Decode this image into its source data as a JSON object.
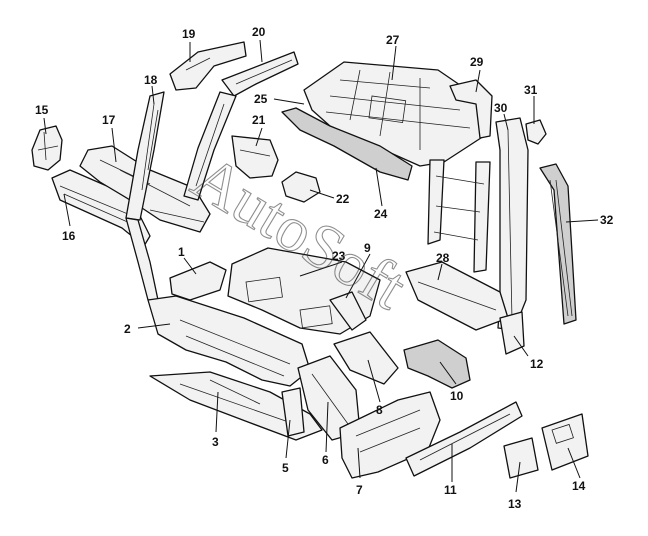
{
  "callouts": [
    {
      "id": "p1",
      "label": "1"
    },
    {
      "id": "p2",
      "label": "2"
    },
    {
      "id": "p3",
      "label": "3"
    },
    {
      "id": "p5",
      "label": "5"
    },
    {
      "id": "p6",
      "label": "6"
    },
    {
      "id": "p7",
      "label": "7"
    },
    {
      "id": "p8",
      "label": "8"
    },
    {
      "id": "p9",
      "label": "9"
    },
    {
      "id": "p10",
      "label": "10"
    },
    {
      "id": "p11",
      "label": "11"
    },
    {
      "id": "p12",
      "label": "12"
    },
    {
      "id": "p13",
      "label": "13"
    },
    {
      "id": "p14",
      "label": "14"
    },
    {
      "id": "p15",
      "label": "15"
    },
    {
      "id": "p16",
      "label": "16"
    },
    {
      "id": "p17",
      "label": "17"
    },
    {
      "id": "p18",
      "label": "18"
    },
    {
      "id": "p19",
      "label": "19"
    },
    {
      "id": "p20",
      "label": "20"
    },
    {
      "id": "p21",
      "label": "21"
    },
    {
      "id": "p22",
      "label": "22"
    },
    {
      "id": "p23",
      "label": "23"
    },
    {
      "id": "p24",
      "label": "24"
    },
    {
      "id": "p25",
      "label": "25"
    },
    {
      "id": "p27",
      "label": "27"
    },
    {
      "id": "p28",
      "label": "28"
    },
    {
      "id": "p29",
      "label": "29"
    },
    {
      "id": "p30",
      "label": "30"
    },
    {
      "id": "p31",
      "label": "31"
    },
    {
      "id": "p32",
      "label": "32"
    }
  ],
  "watermark": "AutoSoft"
}
